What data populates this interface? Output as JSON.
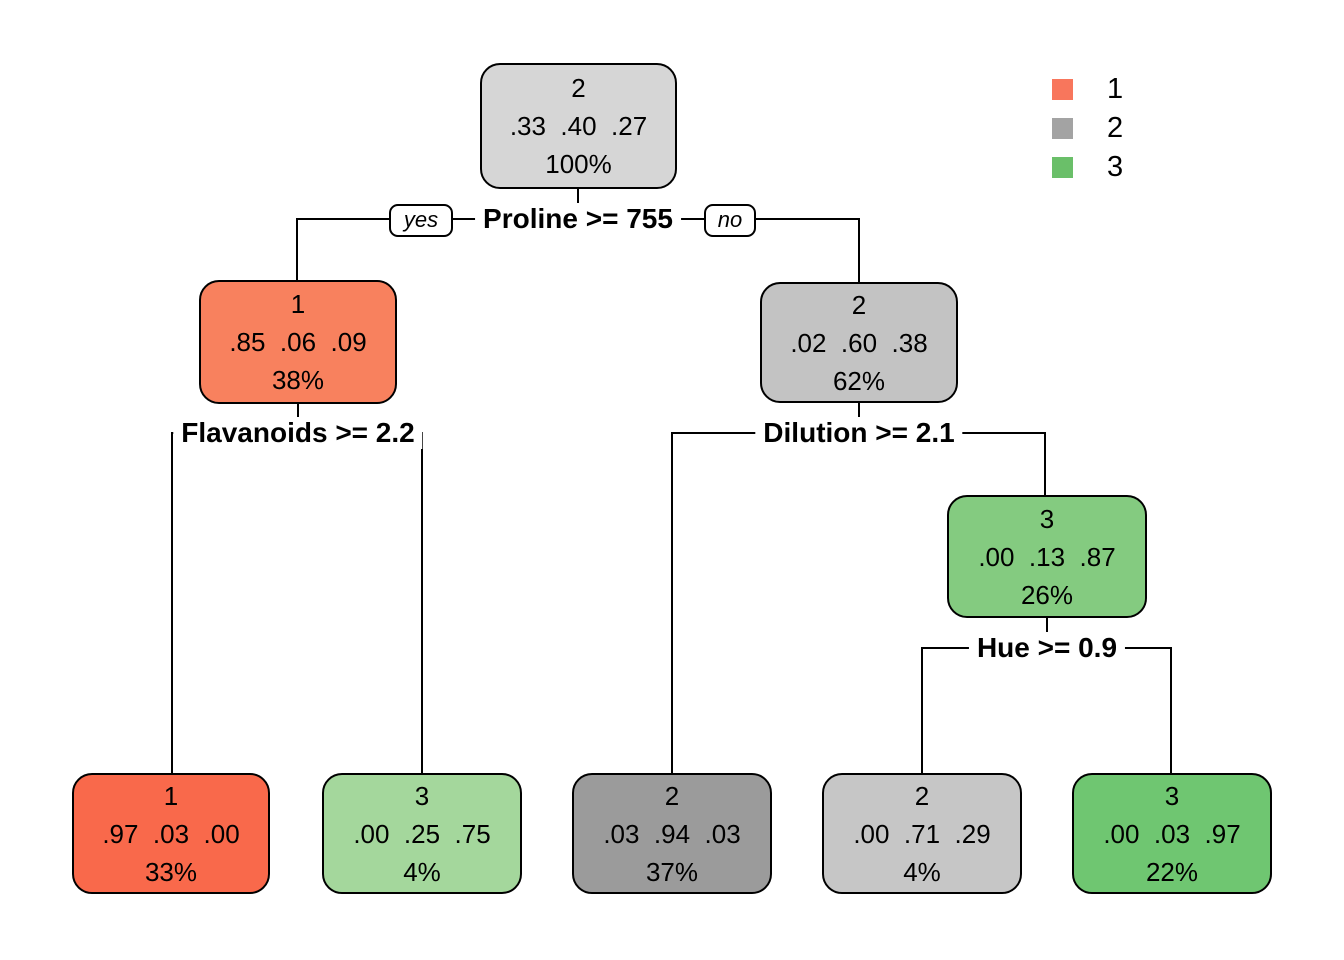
{
  "legend": {
    "items": [
      {
        "label": "1",
        "color": "#f8765c"
      },
      {
        "label": "2",
        "color": "#a3a3a3"
      },
      {
        "label": "3",
        "color": "#6abf69"
      }
    ]
  },
  "splits": {
    "proline": {
      "label": "Proline >= 755",
      "yes": "yes",
      "no": "no"
    },
    "flavanoids": {
      "label": "Flavanoids >= 2.2"
    },
    "dilution": {
      "label": "Dilution >= 2.1"
    },
    "hue": {
      "label": "Hue >= 0.9"
    }
  },
  "nodes": {
    "root": {
      "class": "2",
      "probs": ".33  .40  .27",
      "percent": "100%",
      "color": "#d6d6d6"
    },
    "n38": {
      "class": "1",
      "probs": ".85  .06  .09",
      "percent": "38%",
      "color": "#f8815e"
    },
    "n62": {
      "class": "2",
      "probs": ".02  .60  .38",
      "percent": "62%",
      "color": "#c3c3c3"
    },
    "n26": {
      "class": "3",
      "probs": ".00  .13  .87",
      "percent": "26%",
      "color": "#84cb80"
    },
    "leaf33": {
      "class": "1",
      "probs": ".97  .03  .00",
      "percent": "33%",
      "color": "#f9694b"
    },
    "leaf4green": {
      "class": "3",
      "probs": ".00  .25  .75",
      "percent": "4%",
      "color": "#a4d79c"
    },
    "leaf37": {
      "class": "2",
      "probs": ".03  .94  .03",
      "percent": "37%",
      "color": "#9b9b9b"
    },
    "leaf4gray": {
      "class": "2",
      "probs": ".00  .71  .29",
      "percent": "4%",
      "color": "#c6c6c6"
    },
    "leaf22": {
      "class": "3",
      "probs": ".00  .03  .97",
      "percent": "22%",
      "color": "#6fc671"
    }
  }
}
